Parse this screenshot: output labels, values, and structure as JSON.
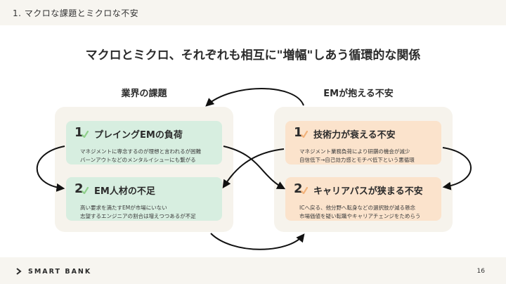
{
  "header": {
    "section_title": "1. マクロな課題とミクロな不安"
  },
  "headline": "マクロとミクロ、それぞれも相互に\"増幅\"しあう循環的な関係",
  "left_group": {
    "label": "業界の課題",
    "cards": [
      {
        "number": "1",
        "title": "プレイングEMの負荷",
        "desc_line1": "マネジメントに専念するのが理想と言われるが困難",
        "desc_line2": "バーンアウトなどのメンタルイシューにも繋がる"
      },
      {
        "number": "2",
        "title": "EM人材の不足",
        "desc_line1": "高い要求を満たすEMが市場にいない",
        "desc_line2": "志望するエンジニアの割合は増えつつあるが不足"
      }
    ]
  },
  "right_group": {
    "label": "EMが抱える不安",
    "cards": [
      {
        "number": "1",
        "title": "技術力が衰える不安",
        "desc_line1": "マネジメント業務負荷により研鑽の機会が減少",
        "desc_line2": "自信低下→自己効力感とモチベ低下という悪循環"
      },
      {
        "number": "2",
        "title": "キャリアパスが狭まる不安",
        "desc_line1": "ICへ戻る、他分野へ転身などの選択肢が減る懸念",
        "desc_line2": "市場価値を疑い転職やキャリアチェンジをためらう"
      }
    ]
  },
  "footer": {
    "logo_text": "SMART BANK",
    "page_number": "16"
  },
  "colors": {
    "green_card": "#d7eee0",
    "orange_card": "#fbe3cc",
    "panel": "#f6f3ec",
    "tick_green": "#8fcf8a",
    "tick_orange": "#f2b27a"
  }
}
